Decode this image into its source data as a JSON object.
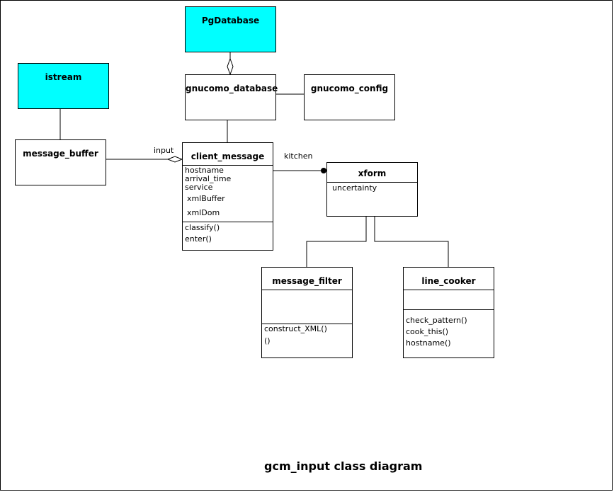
{
  "classes": {
    "pgdatabase": {
      "name": "PgDatabase"
    },
    "istream": {
      "name": "istream"
    },
    "gnucomo_database": {
      "name": "gnucomo_database"
    },
    "gnucomo_config": {
      "name": "gnucomo_config"
    },
    "message_buffer": {
      "name": "message_buffer"
    },
    "client_message": {
      "name": "client_message",
      "attributes": [
        "hostname",
        "arrival_time",
        "service",
        "xmlBuffer",
        "xmlDom"
      ],
      "operations": [
        "classify()",
        "enter()"
      ]
    },
    "xform": {
      "name": "xform",
      "attributes": [
        "uncertainty"
      ]
    },
    "message_filter": {
      "name": "message_filter",
      "operations": [
        "construct_XML()",
        "()"
      ]
    },
    "line_cooker": {
      "name": "line_cooker",
      "operations": [
        "check_pattern()",
        "cook_this()",
        "hostname()"
      ]
    }
  },
  "associations": {
    "input": "input",
    "kitchen": "kitchen"
  },
  "caption": "gcm_input class diagram",
  "colors": {
    "highlight": "#00ffff",
    "line": "#000000"
  }
}
